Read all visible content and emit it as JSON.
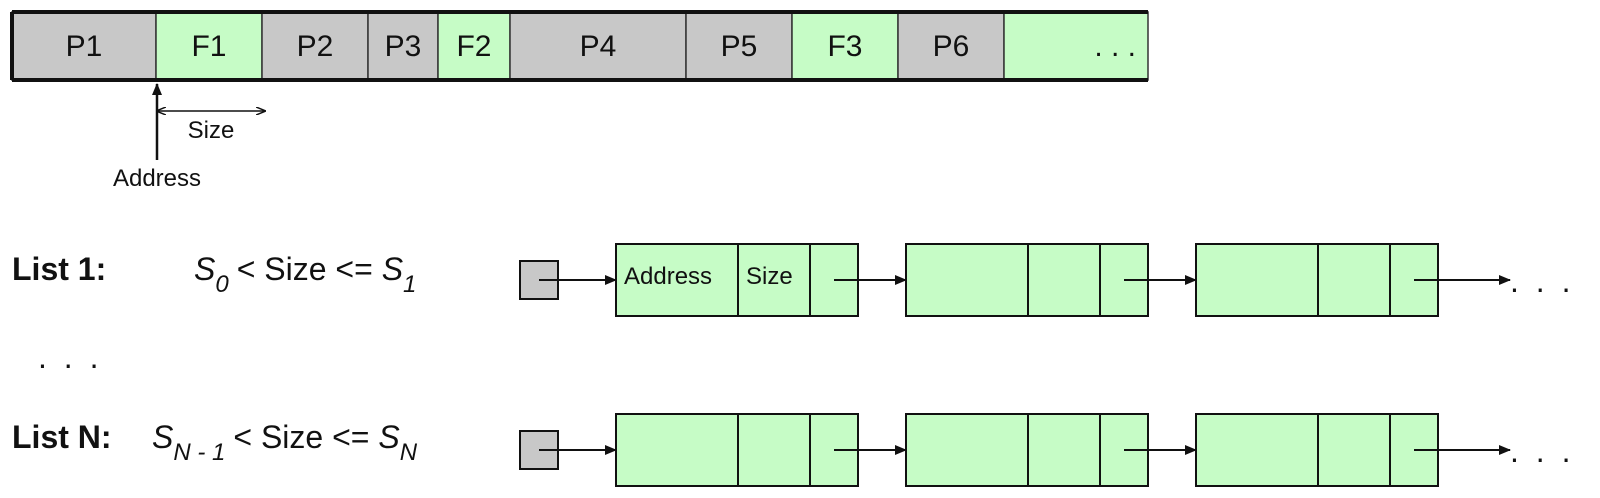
{
  "colors": {
    "allocated": "#c8c8c8",
    "free": "#c6fcc6",
    "stroke": "#111111"
  },
  "memory": {
    "segments": [
      {
        "label": "P1",
        "type": "allocated"
      },
      {
        "label": "F1",
        "type": "free"
      },
      {
        "label": "P2",
        "type": "allocated"
      },
      {
        "label": "P3",
        "type": "allocated"
      },
      {
        "label": "F2",
        "type": "free"
      },
      {
        "label": "P4",
        "type": "allocated"
      },
      {
        "label": "P5",
        "type": "allocated"
      },
      {
        "label": "F3",
        "type": "free"
      },
      {
        "label": "P6",
        "type": "allocated"
      },
      {
        "label": ". . .",
        "type": "free"
      }
    ],
    "size_label": "Size",
    "address_label": "Address"
  },
  "lists": [
    {
      "label": "List 1:",
      "condition": {
        "lower": "S",
        "lower_sub": "0",
        "middle": "< Size <=",
        "upper": "S",
        "upper_sub": "1"
      },
      "nodes": [
        {
          "address": "Address",
          "size": "Size"
        },
        {
          "address": "",
          "size": ""
        },
        {
          "address": "",
          "size": ""
        }
      ],
      "trailing": ". . ."
    },
    {
      "label": "List N:",
      "condition": {
        "lower": "S",
        "lower_sub": "N - 1",
        "middle": "< Size <=",
        "upper": "S",
        "upper_sub": "N"
      },
      "nodes": [
        {
          "address": "",
          "size": ""
        },
        {
          "address": "",
          "size": ""
        },
        {
          "address": "",
          "size": ""
        }
      ],
      "trailing": ". . ."
    }
  ],
  "between_lists": ". . ."
}
